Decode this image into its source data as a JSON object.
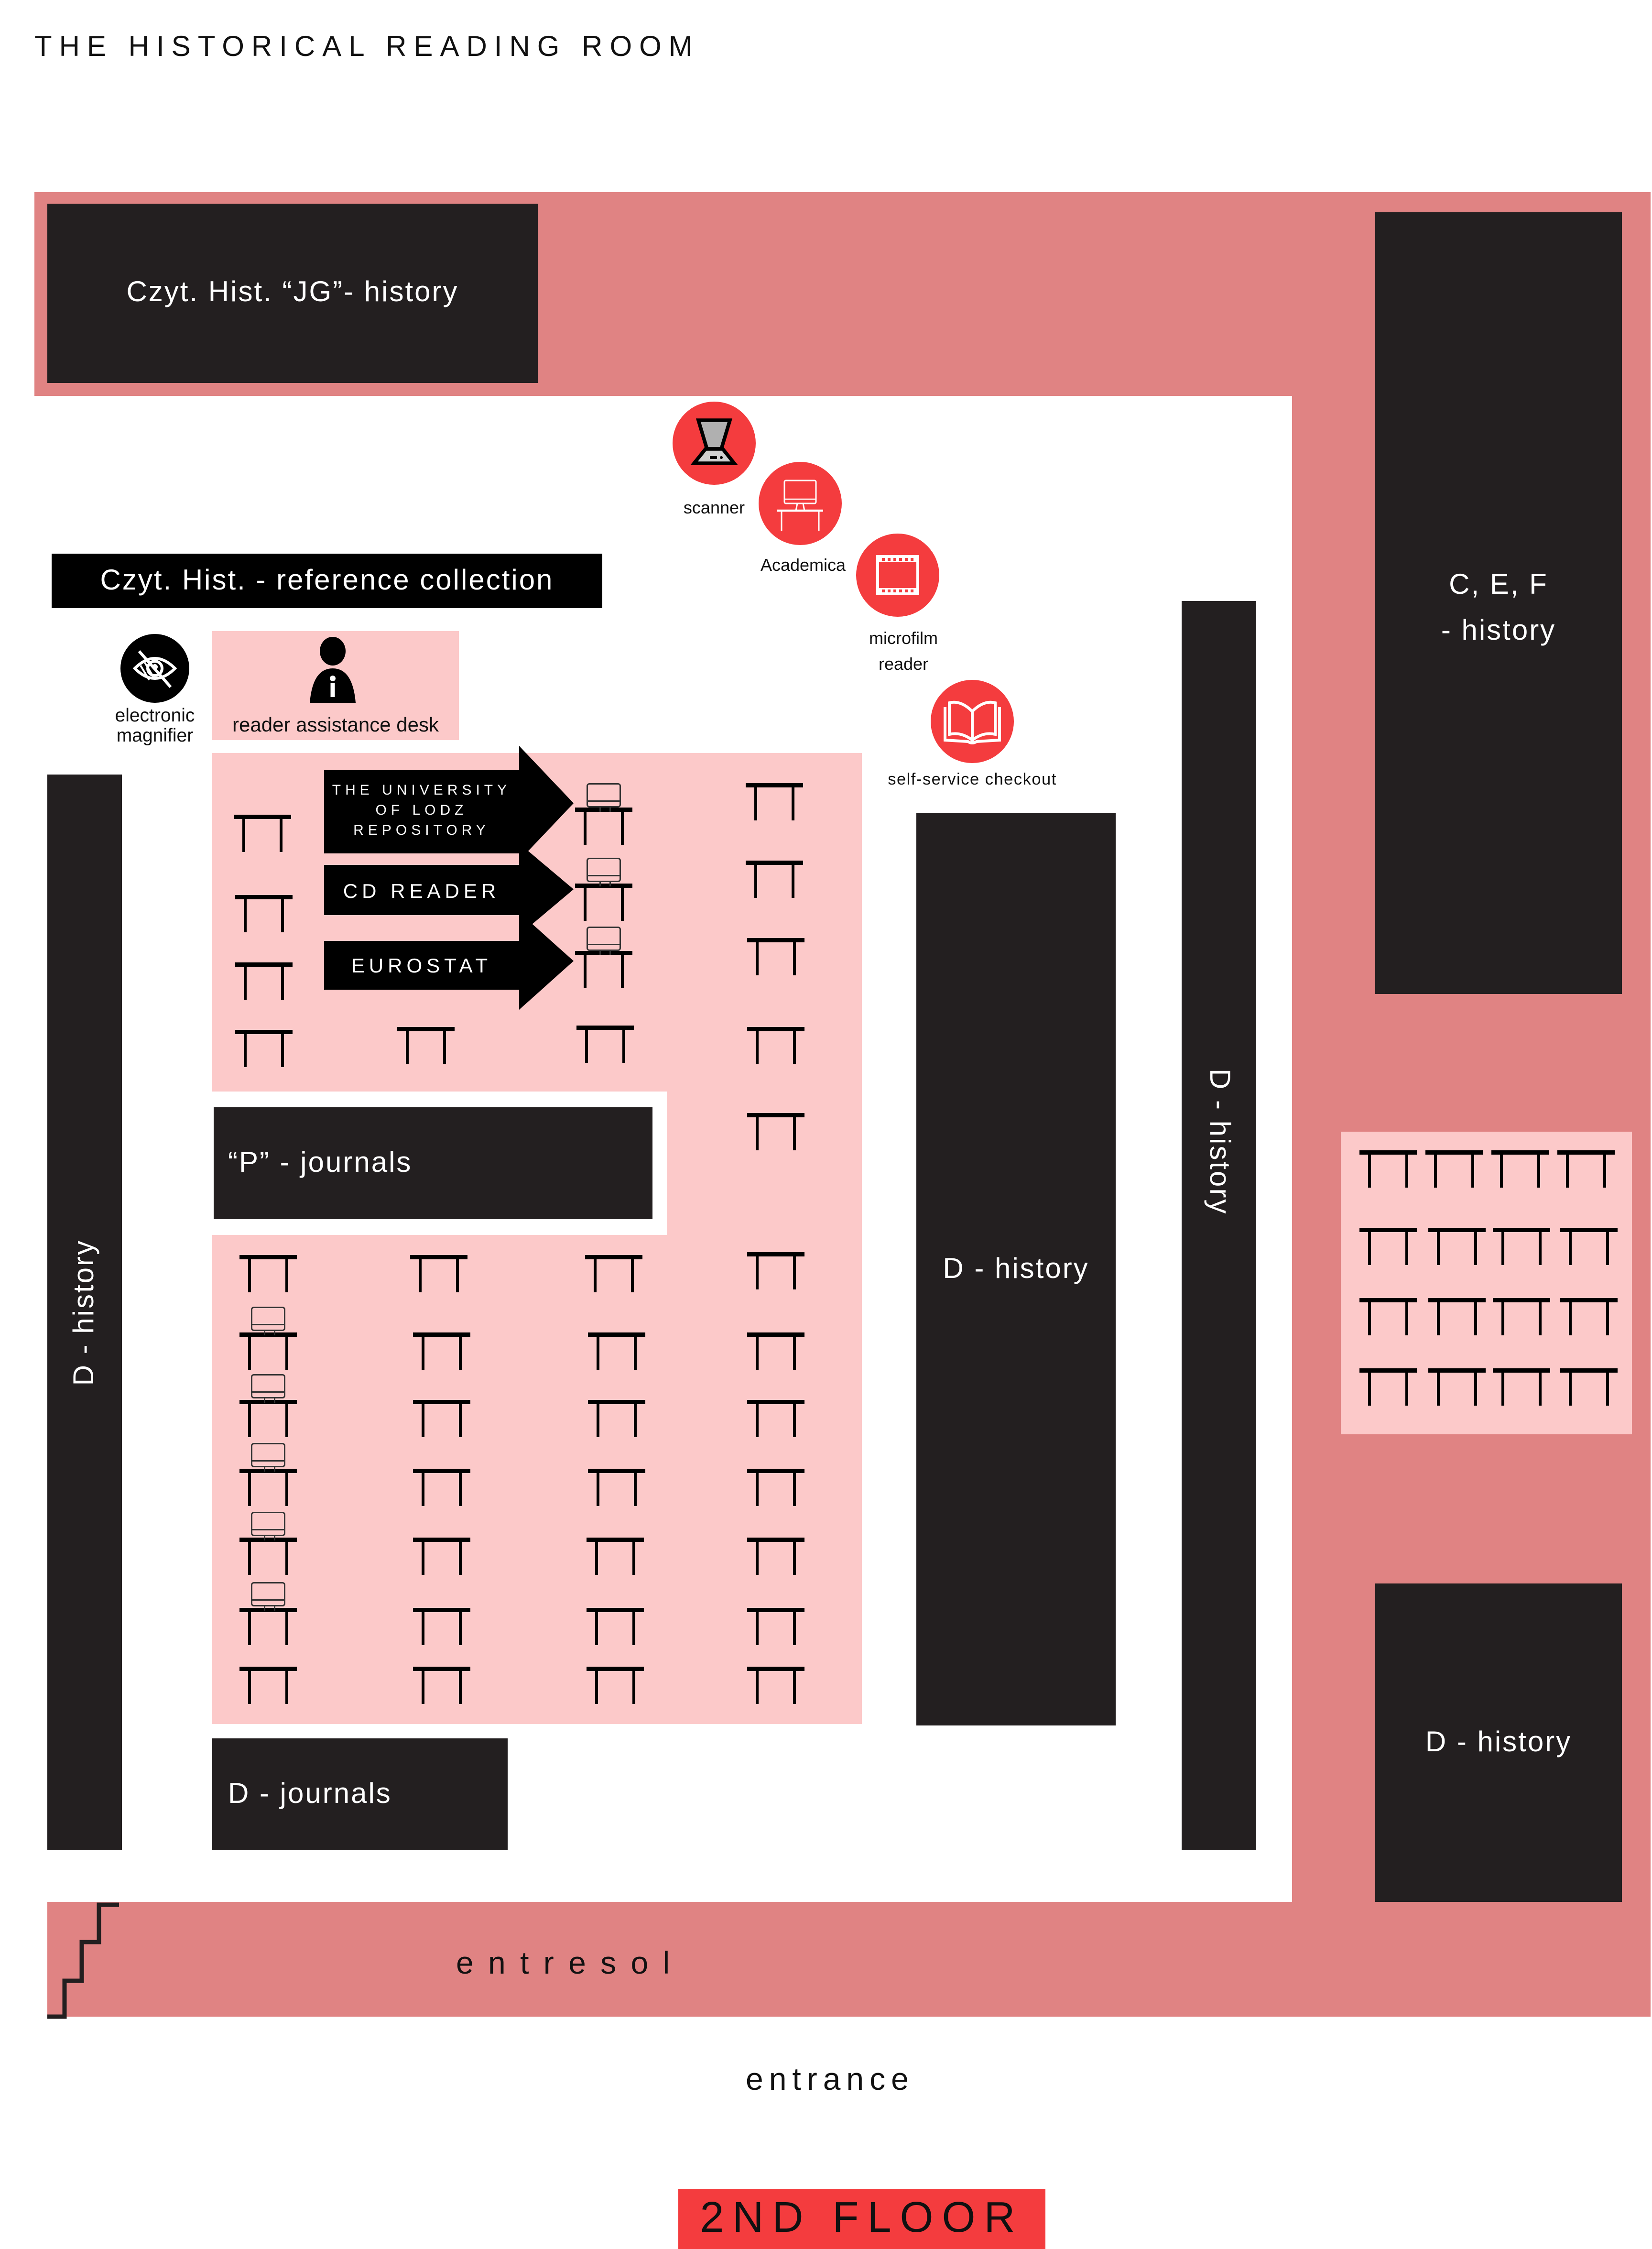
{
  "header": {
    "title": "THE HISTORICAL READING ROOM"
  },
  "colors": {
    "outer_zone": "#e08383",
    "desk_zone": "#fcc9c9",
    "shelf": "#231f20",
    "service_icon": "#f43c3e",
    "floor_badge": "#f43c3e"
  },
  "shelves": {
    "jg_history": "Czyt. Hist. “JG”- history",
    "reference_collection": "Czyt. Hist. - reference collection",
    "cef_history_line1": "C, E, F",
    "cef_history_line2": "- history",
    "d_history_left": "D - history",
    "p_journals": "“P” - journals",
    "d_journals": "D - journals",
    "d_history_center": "D - history",
    "d_history_vertical": "D - history",
    "d_history_right_bottom": "D - history"
  },
  "services": {
    "scanner": {
      "label": "scanner",
      "icon": "scanner-icon"
    },
    "academica": {
      "label": "Academica",
      "icon": "computer-desk-icon"
    },
    "microfilm": {
      "label_line1": "microfilm",
      "label_line2": "reader",
      "icon": "film-icon"
    },
    "checkout": {
      "label": "self-service checkout",
      "icon": "open-book-icon"
    },
    "magnifier": {
      "label_line1": "electronic",
      "label_line2": "magnifier",
      "icon": "low-vision-eye-icon"
    },
    "assistance": {
      "label": "reader assistance desk",
      "icon": "info-person-icon"
    }
  },
  "workstations": {
    "repository_line1": "THE UNIVERSITY",
    "repository_line2": "OF LODZ",
    "repository_line3": "REPOSITORY",
    "cd_reader": "CD READER",
    "eurostat": "EUROSTAT"
  },
  "zones": {
    "entresol": "e n t r e s o l",
    "entrance": "entrance"
  },
  "floor": {
    "label": "2ND FLOOR"
  },
  "seating": {
    "upper_block_desks": 15,
    "upper_block_computers": 3,
    "lower_block_desks": 29,
    "lower_block_computers": 5,
    "right_block_desks": 16
  }
}
